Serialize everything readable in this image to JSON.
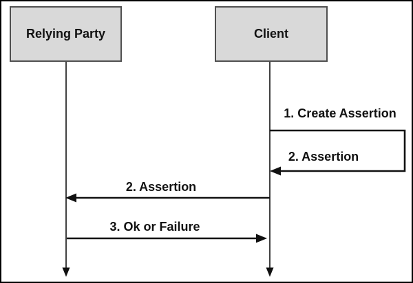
{
  "diagram": {
    "type": "sequence",
    "actors": [
      {
        "id": "relying-party",
        "label": "Relying Party"
      },
      {
        "id": "client",
        "label": "Client"
      }
    ],
    "messages": [
      {
        "step": "1",
        "label": "1. Create Assertion",
        "from": "client",
        "to": "client",
        "kind": "self-call"
      },
      {
        "step": "2",
        "label": "2. Assertion",
        "from": "client",
        "to": "client",
        "kind": "self-return"
      },
      {
        "step": "2",
        "label": "2. Assertion",
        "from": "client",
        "to": "relying-party",
        "kind": "message"
      },
      {
        "step": "3",
        "label": "3. Ok or Failure",
        "from": "relying-party",
        "to": "client",
        "kind": "message"
      }
    ],
    "colors": {
      "background": "#ffffff",
      "outer_border": "#000000",
      "actor_fill": "#d9d9d9",
      "actor_border": "#4f4f4f",
      "line": "#111111",
      "text": "#111111"
    }
  }
}
